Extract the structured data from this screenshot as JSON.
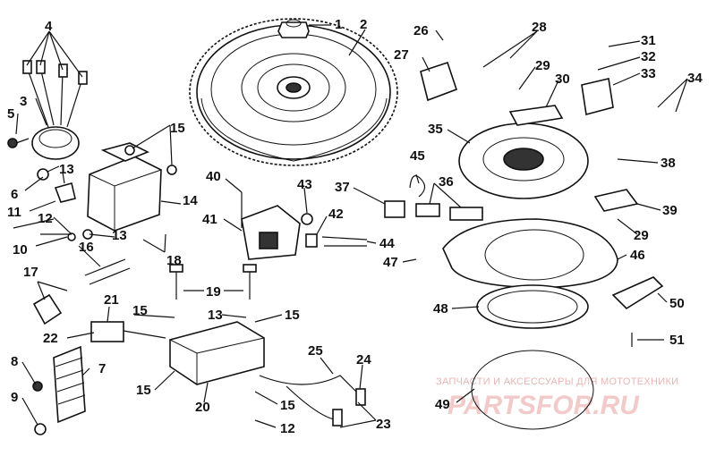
{
  "watermark": {
    "tagline": "ЗАПЧАСТИ И АКСЕССУАРЫ ДЛЯ МОТОТЕХНИКИ",
    "brand": "PARTSFOR.RU"
  },
  "callouts": [
    {
      "id": "c1",
      "label": "1"
    },
    {
      "id": "c2",
      "label": "2"
    },
    {
      "id": "c3",
      "label": "3"
    },
    {
      "id": "c4",
      "label": "4"
    },
    {
      "id": "c5",
      "label": "5"
    },
    {
      "id": "c6",
      "label": "6"
    },
    {
      "id": "c7",
      "label": "7"
    },
    {
      "id": "c8",
      "label": "8"
    },
    {
      "id": "c9",
      "label": "9"
    },
    {
      "id": "c10",
      "label": "10"
    },
    {
      "id": "c11",
      "label": "11"
    },
    {
      "id": "c12a",
      "label": "12"
    },
    {
      "id": "c12b",
      "label": "12"
    },
    {
      "id": "c13a",
      "label": "13"
    },
    {
      "id": "c13b",
      "label": "13"
    },
    {
      "id": "c13c",
      "label": "13"
    },
    {
      "id": "c14",
      "label": "14"
    },
    {
      "id": "c15a",
      "label": "15"
    },
    {
      "id": "c15b",
      "label": "15"
    },
    {
      "id": "c15c",
      "label": "15"
    },
    {
      "id": "c15d",
      "label": "15"
    },
    {
      "id": "c15e",
      "label": "15"
    },
    {
      "id": "c16",
      "label": "16"
    },
    {
      "id": "c17",
      "label": "17"
    },
    {
      "id": "c18",
      "label": "18"
    },
    {
      "id": "c19",
      "label": "19"
    },
    {
      "id": "c20",
      "label": "20"
    },
    {
      "id": "c21",
      "label": "21"
    },
    {
      "id": "c22",
      "label": "22"
    },
    {
      "id": "c23",
      "label": "23"
    },
    {
      "id": "c24",
      "label": "24"
    },
    {
      "id": "c25",
      "label": "25"
    },
    {
      "id": "c26",
      "label": "26"
    },
    {
      "id": "c27",
      "label": "27"
    },
    {
      "id": "c28",
      "label": "28"
    },
    {
      "id": "c29a",
      "label": "29"
    },
    {
      "id": "c29b",
      "label": "29"
    },
    {
      "id": "c30",
      "label": "30"
    },
    {
      "id": "c31",
      "label": "31"
    },
    {
      "id": "c32",
      "label": "32"
    },
    {
      "id": "c33",
      "label": "33"
    },
    {
      "id": "c34",
      "label": "34"
    },
    {
      "id": "c35",
      "label": "35"
    },
    {
      "id": "c36",
      "label": "36"
    },
    {
      "id": "c37",
      "label": "37"
    },
    {
      "id": "c38",
      "label": "38"
    },
    {
      "id": "c39",
      "label": "39"
    },
    {
      "id": "c40",
      "label": "40"
    },
    {
      "id": "c41",
      "label": "41"
    },
    {
      "id": "c42",
      "label": "42"
    },
    {
      "id": "c43",
      "label": "43"
    },
    {
      "id": "c44",
      "label": "44"
    },
    {
      "id": "c45",
      "label": "45"
    },
    {
      "id": "c46",
      "label": "46"
    },
    {
      "id": "c47",
      "label": "47"
    },
    {
      "id": "c48",
      "label": "48"
    },
    {
      "id": "c49",
      "label": "49"
    },
    {
      "id": "c50",
      "label": "50"
    },
    {
      "id": "c51",
      "label": "51"
    }
  ]
}
